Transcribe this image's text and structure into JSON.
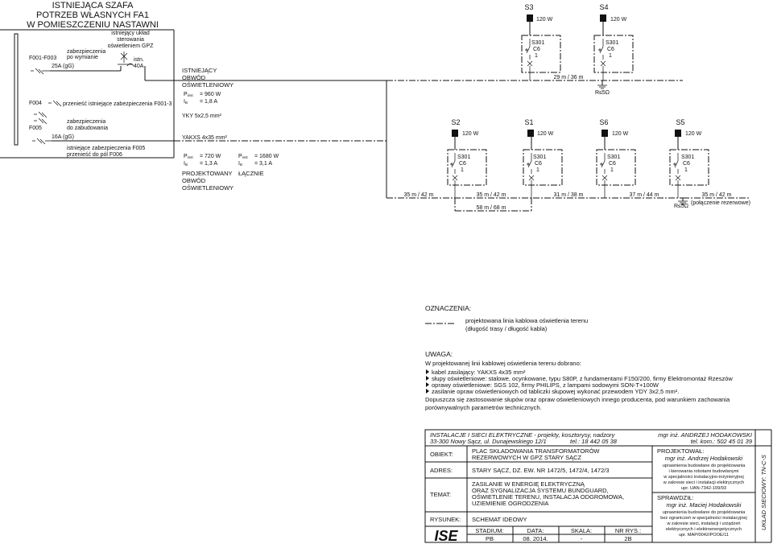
{
  "cabinet": {
    "title": [
      "ISTNIEJĄCA SZAFA",
      "POTRZEB WŁASNYCH FA1",
      "W POMIESZCZENIU NASTAWNI"
    ],
    "gpz_label": [
      "istniejący układ",
      "sterowania",
      "oświetleniem GPZ"
    ],
    "f1_label": "F001-F003",
    "f1_desc": [
      "zabezpieczenia",
      "po wymianie"
    ],
    "f1_rating": "25A (gG)",
    "istn_label": [
      "istn.",
      "40A"
    ],
    "f004_label": "F004",
    "f004_desc": "przenieść istniejące zabezpieczenia F001-3",
    "f005_label": "F005",
    "f005_desc": [
      "zabezpieczenia",
      "do zabudowania"
    ],
    "f005_rating": "16A (gG)",
    "f005_note": [
      "istniejące zabezpieczenia F005",
      "przenieść do pól F006"
    ]
  },
  "existing_circuit": {
    "title": [
      "ISTNIEJĄCY",
      "OBWÓD",
      "OŚWIETLENIOWY"
    ],
    "p_label": "P",
    "p_sub": "inst",
    "p_value": "= 960 W",
    "i_label": "I",
    "i_sub": "B",
    "i_value": "= 1,8 A",
    "cable": "YKY 5x2,5 mm²"
  },
  "new_circuit": {
    "cable": "YAKXS 4x35 mm²",
    "p_label": "P",
    "p_sub": "inst",
    "p_value": "= 720 W",
    "i_label": "I",
    "i_sub": "B",
    "i_value": "= 1,3 A",
    "title": [
      "PROJEKTOWANY",
      "OBWÓD",
      "OŚWIETLENIOWY"
    ],
    "total_p_value": "= 1680 W",
    "total_i_value": "= 3,1 A",
    "total_label": "ŁĄCZNIE"
  },
  "top_poles": [
    {
      "name": "S3",
      "power": "120 W",
      "breaker": "S301",
      "rating": "C6",
      "poles": "1"
    },
    {
      "name": "S4",
      "power": "120 W",
      "breaker": "S301",
      "rating": "C6",
      "poles": "1"
    }
  ],
  "top_dist": "29 m / 36 m",
  "top_ground": "R≤5Ω",
  "bottom_poles": [
    {
      "name": "S2",
      "power": "120 W",
      "breaker": "S301",
      "rating": "C6",
      "poles": "1"
    },
    {
      "name": "S1",
      "power": "120 W",
      "breaker": "S301",
      "rating": "C6",
      "poles": "1"
    },
    {
      "name": "S6",
      "power": "120 W",
      "breaker": "S301",
      "rating": "C6",
      "poles": "1"
    },
    {
      "name": "S5",
      "power": "120 W",
      "breaker": "S301",
      "rating": "C6",
      "poles": "1"
    }
  ],
  "bottom_dists": [
    "35 m / 42 m",
    "35 m / 42 m",
    "31 m / 38 m",
    "37 m / 44 m",
    "35 m / 42 m"
  ],
  "branch_dist": "58 m / 68 m",
  "bottom_ground": "R≤5Ω",
  "reserve_note": "(połączenie rezerwowe)",
  "legend": {
    "heading": "OZNACZENIA:",
    "line1": "projektowana linia kablowa oświetlenia terenu",
    "line2": "(długość trasy / długość kabla)"
  },
  "notes": {
    "heading": "UWAGA:",
    "intro": "W projektowanej linii kablowej oświetlenia terenu dobrano:",
    "items": [
      "kabel zasilający: YAKXS 4x35 mm²",
      "słupy oświetleniowe: stalowe, ocynkowane, typu S80P, z fundamentami F150/200, firmy Elektromontaż Rzeszów",
      "oprawy oświetleniowe: SGS 102, firmy PHILIPS, z lampami sodowymi SON-T+100W",
      "zasilanie opraw oświetleniowych od tabliczki słupowej wykonać przewodem YDY 3x2,5 mm²."
    ],
    "footer": [
      "Dopuszcza się zastosowanie słupów oraz opraw oświetleniowych innego producenta, pod warunkiem zachowania",
      "porównywalnych parametrów technicznych."
    ]
  },
  "titleblock": {
    "company_line1": "INSTALACJE I SIECI ELEKTRYCZNE - projekty, kosztorysy, nadzory",
    "company_line2": "33-300 Nowy Sącz, ul. Dunajewskiego 12/1",
    "tel": "tel.: 18 442 05 38",
    "engineer": "mgr inż. ANDRZEJ HODAKOWSKI",
    "kom": "tel. kom.: 502 45 01 39",
    "obiekt_label": "OBIEKT:",
    "obiekt": [
      "PLAC SKŁADOWANIA TRANSFORMATORÓW",
      "REZERWOWYCH W GPZ STARY SĄCZ"
    ],
    "adres_label": "ADRES:",
    "adres": "STARY SĄCZ, DZ. EW. NR 1472/5, 1472/4, 1472/3",
    "temat_label": "TEMAT:",
    "temat": [
      "ZASILANIE W ENERGIĘ ELEKTRYCZNĄ",
      "ORAZ SYGNALIZACJA SYSTEMU BUNDGUARD,",
      "OŚWIETLENIE TERENU, INSTALACJA ODGROMOWA,",
      "UZIEMIENIE OGRODZENIA"
    ],
    "rysunek_label": "RYSUNEK:",
    "rysunek": "SCHEMAT IDEOWY",
    "logo": "ISE",
    "stadium_label": "STADIUM:",
    "stadium": "PB",
    "data_label": "DATA:",
    "data": "08. 2014.",
    "skala_label": "SKALA:",
    "skala": "-",
    "nr_label": "NR RYS.:",
    "nr": "2B",
    "projektowal_label": "PROJEKTOWAŁ:",
    "projektowal_name": "mgr inż. Andrzej Hodakowski",
    "projektowal_desc": [
      "uprawnienia budowlane do projektowania",
      "i kierowania robotami budowlanymi",
      "w specjalności instalacyjno-inżynieryjnej",
      "w zakresie sieci i instalacji elektrycznych",
      "upr. UAN-7342-109/93"
    ],
    "sprawdzil_label": "SPRAWDZIŁ:",
    "sprawdzil_name": "mgr inż. Maciej Hodakowski",
    "sprawdzil_desc": [
      "uprawnienia budowlane do projektowania",
      "bez ograniczeń w specjalności instalacyjnej",
      "w zakresie sieci, instalacji i urządzeń",
      "elektrycznych i elektroenergetycznych",
      "upr. MAP/0042/POOE/11"
    ],
    "system": "UKŁAD SIECIOWY: TN-C-S"
  }
}
